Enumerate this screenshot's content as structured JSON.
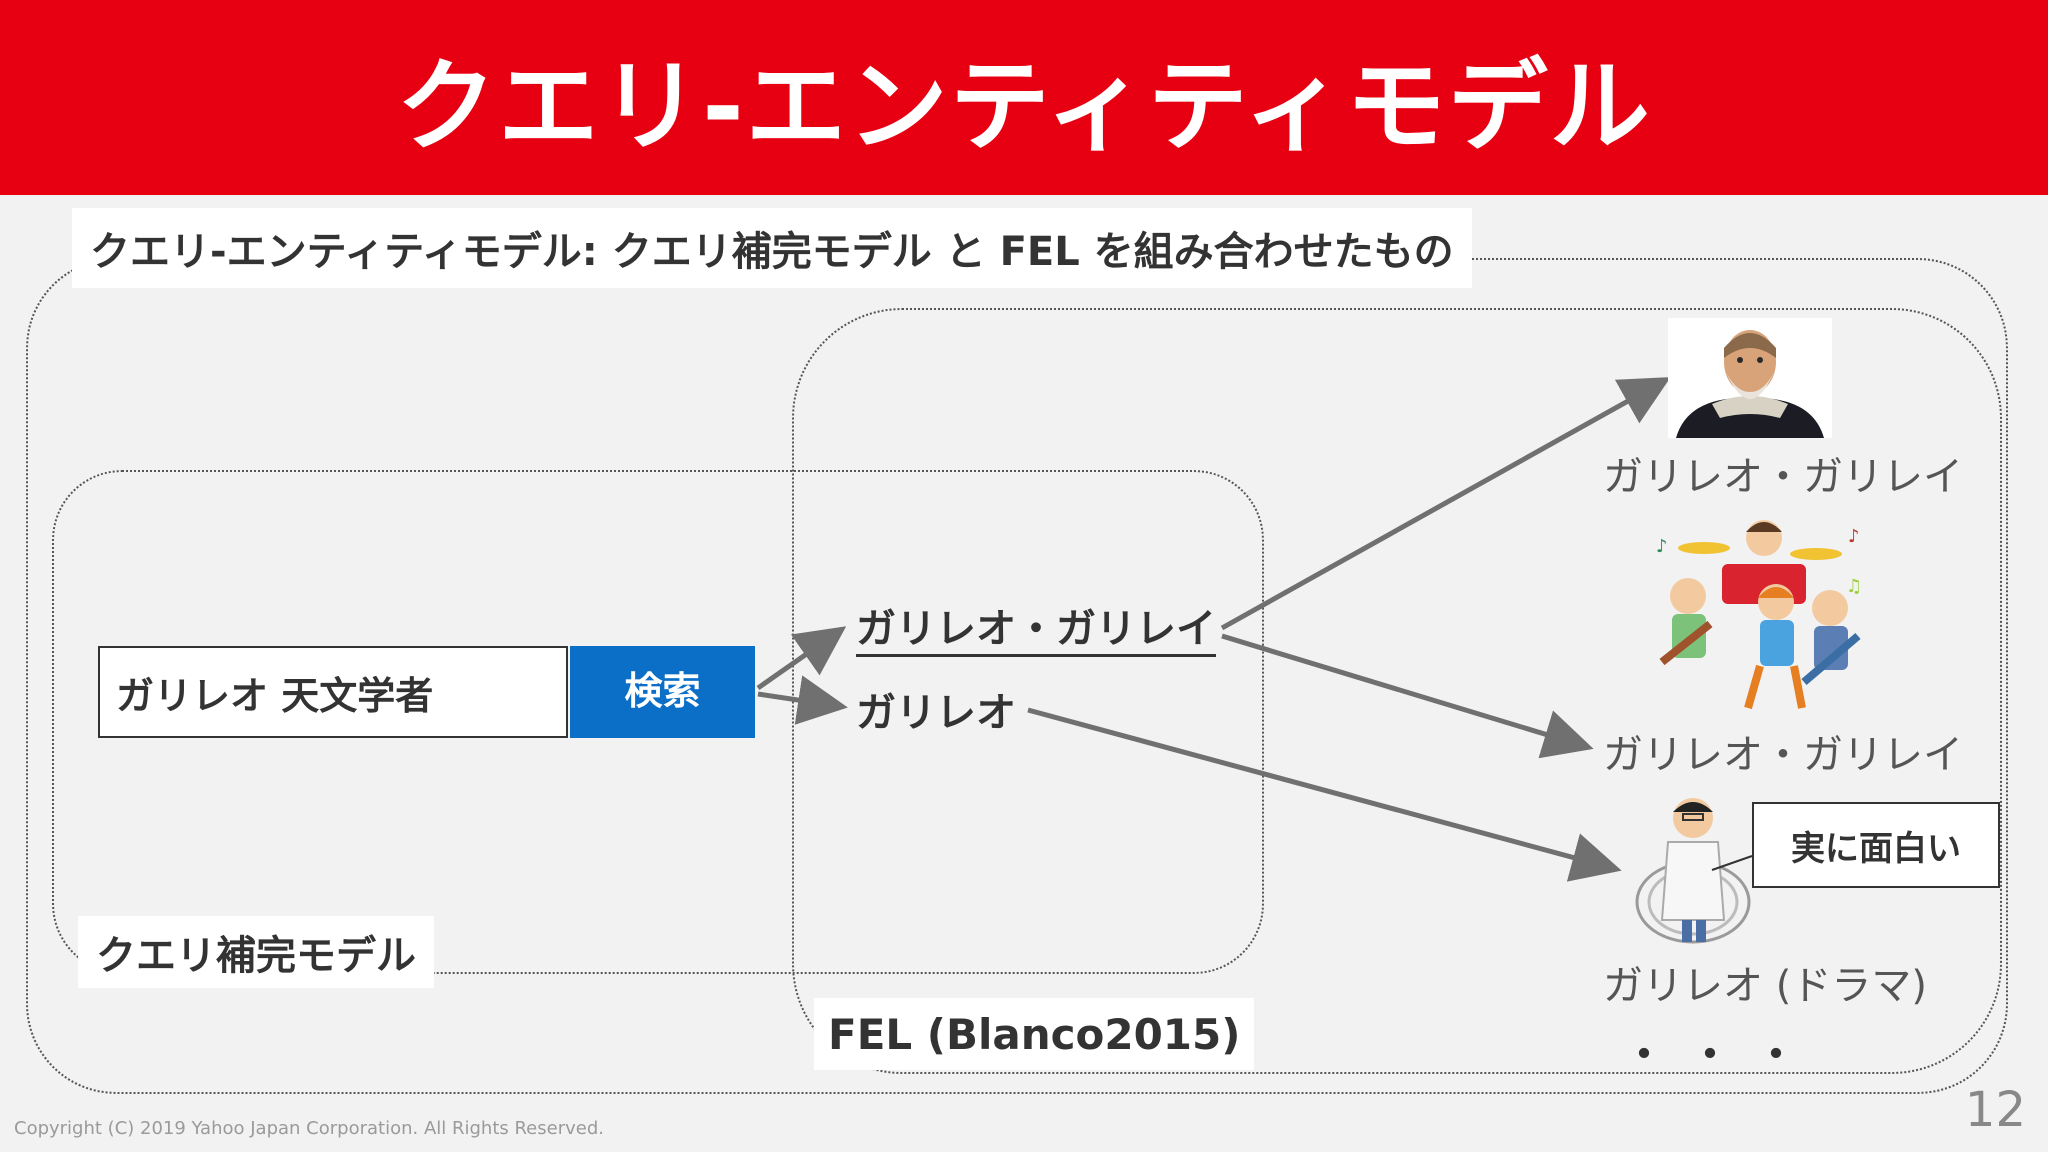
{
  "slide": {
    "title": "クエリ-エンティティモデル",
    "subtitle": "クエリ-エンティティモデル: クエリ補完モデル と FEL を組み合わせたもの",
    "page_number": "12",
    "copyright": "Copyright (C) 2019 Yahoo Japan Corporation. All Rights Reserved."
  },
  "colors": {
    "title_bar": "#e60012",
    "search_button": "#0b6fc8",
    "arrow": "#707070"
  },
  "labels": {
    "query_completion_model": "クエリ補完モデル",
    "fel_model": "FEL (Blanco2015)"
  },
  "search": {
    "input_value": "ガリレオ 天文学者",
    "button_label": "検索"
  },
  "candidates": [
    "ガリレオ・ガリレイ",
    "ガリレオ"
  ],
  "entities": [
    {
      "label": "ガリレオ・ガリレイ",
      "image": "galileo-portrait"
    },
    {
      "label": "ガリレオ・ガリレイ",
      "image": "band-illustration"
    },
    {
      "label": "ガリレオ (ドラマ)",
      "image": "scientist-illustration"
    }
  ],
  "speech_bubble": "実に面白い",
  "ellipsis": "・・・"
}
